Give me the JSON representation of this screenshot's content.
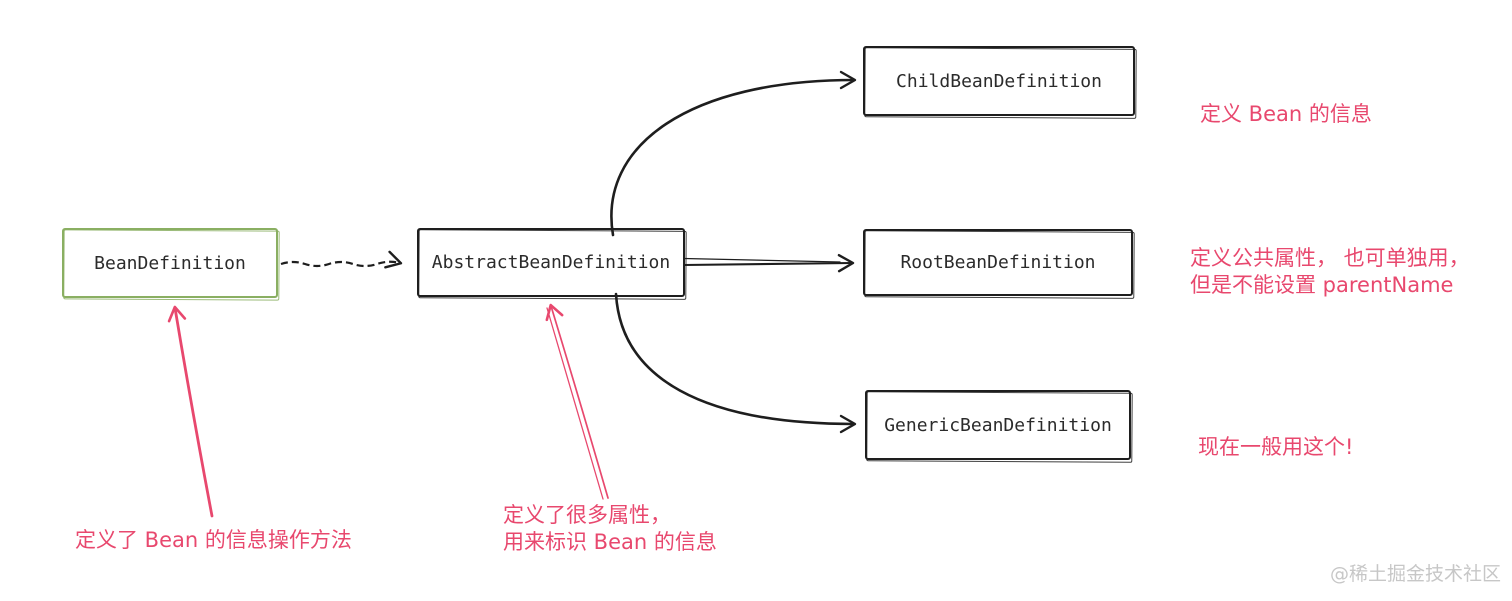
{
  "diagram": {
    "nodes": [
      {
        "id": "bean-definition",
        "label": "BeanDefinition",
        "border_color": "#8aaf62"
      },
      {
        "id": "abstract-bean-definition",
        "label": "AbstractBeanDefinition",
        "border_color": "#1e1e1e"
      },
      {
        "id": "child-bean-definition",
        "label": "ChildBeanDefinition",
        "border_color": "#1e1e1e"
      },
      {
        "id": "root-bean-definition",
        "label": "RootBeanDefinition",
        "border_color": "#1e1e1e"
      },
      {
        "id": "generic-bean-definition",
        "label": "GenericBeanDefinition",
        "border_color": "#1e1e1e"
      }
    ],
    "edges": [
      {
        "from": "bean-definition",
        "to": "abstract-bean-definition",
        "style": "dashed-squiggle",
        "color": "#1e1e1e"
      },
      {
        "from": "abstract-bean-definition",
        "to": "child-bean-definition",
        "style": "solid-curve-up",
        "color": "#1e1e1e"
      },
      {
        "from": "abstract-bean-definition",
        "to": "root-bean-definition",
        "style": "solid-straight",
        "color": "#1e1e1e"
      },
      {
        "from": "abstract-bean-definition",
        "to": "generic-bean-definition",
        "style": "solid-curve-down",
        "color": "#1e1e1e"
      }
    ],
    "annotations": [
      {
        "target": "child-bean-definition",
        "lines": [
          "定义 Bean 的信息"
        ]
      },
      {
        "target": "root-bean-definition",
        "lines": [
          "定义公共属性， 也可单独用，",
          "但是不能设置 parentName"
        ]
      },
      {
        "target": "generic-bean-definition",
        "lines": [
          "现在一般用这个!"
        ]
      },
      {
        "target": "bean-definition",
        "lines": [
          "定义了 Bean 的信息操作方法"
        ]
      },
      {
        "target": "abstract-bean-definition",
        "lines": [
          "定义了很多属性，",
          "用来标识 Bean 的信息"
        ]
      }
    ],
    "colors": {
      "annotation_pink": "#e8486e",
      "node_green_border": "#8aaf62",
      "node_black_border": "#1e1e1e",
      "node_text": "#2b2b2b",
      "watermark_gray": "#c7c7c7",
      "background": "#ffffff"
    }
  },
  "watermark": {
    "text": "@稀土掘金技术社区"
  }
}
